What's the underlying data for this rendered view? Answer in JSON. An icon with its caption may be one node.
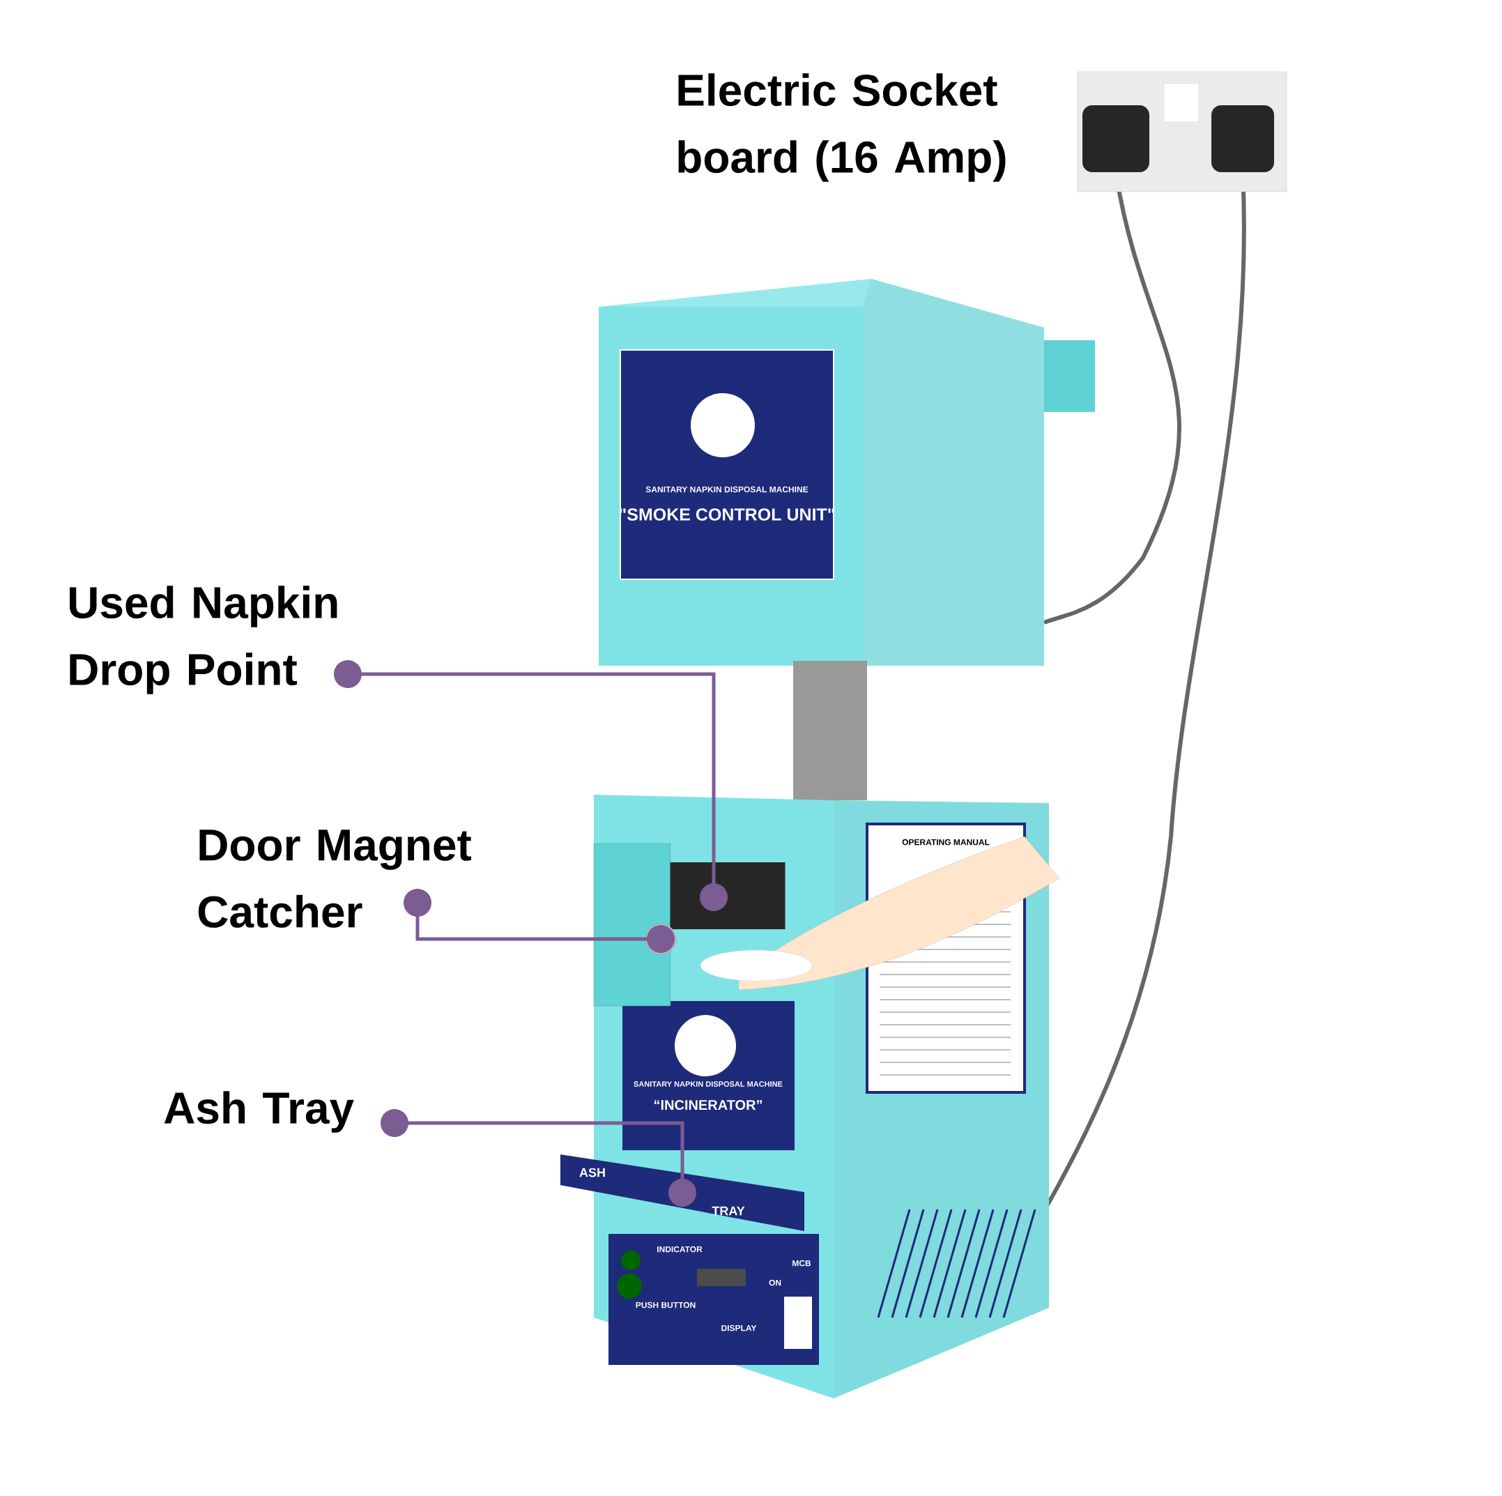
{
  "diagram": {
    "nodes": [
      {
        "text": [
          "Used Napkin Drop Point"
        ]
      },
      {
        "text": [
          "Door Magnet Catcher"
        ]
      },
      {
        "text": [
          "Ash Tray"
        ]
      },
      {
        "text": [],
        "shape": "box"
      },
      {
        "text": [],
        "shape": "circle"
      },
      {
        "text": [
          "ASH",
          "TRAY"
        ]
      }
    ],
    "edges": [
      {
        "from": 0,
        "to": 3,
        "arrow": "other"
      },
      {
        "from": 1,
        "to": 4,
        "arrow": "other"
      },
      {
        "from": 2,
        "to": 5,
        "arrow": "other"
      }
    ],
    "labels": [
      "Electric Socket board (16 Amp)",
      "SANITARY NAPKIN DISPOSAL MACHINE",
      "\"SMOKE CONTROL UNIT\"",
      "OPERATING MANUAL",
      "SANITARY NAPKIN DISPOSAL MACHINE",
      "“INCINERATOR”",
      "INDICATOR",
      "PUSH BUTTON",
      "DISPLAY",
      "ON",
      "MCB"
    ]
  }
}
